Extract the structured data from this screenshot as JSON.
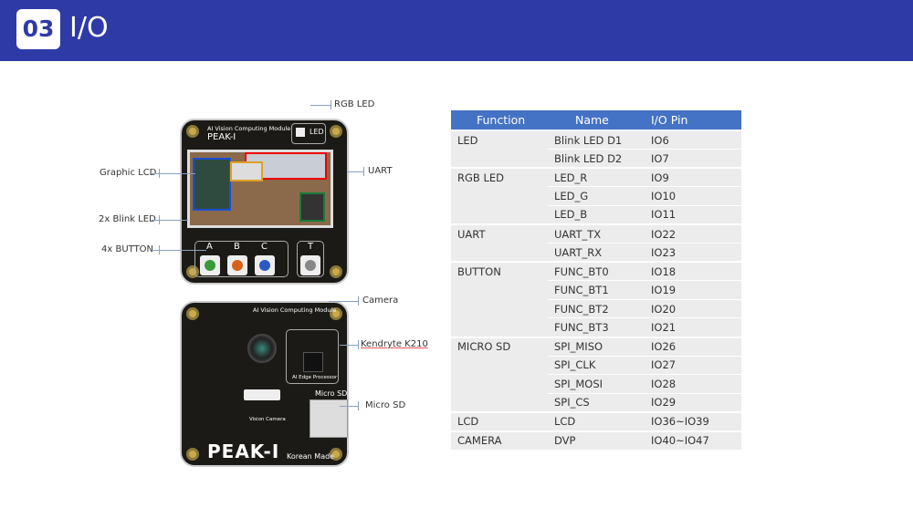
{
  "header": {
    "number": "03",
    "title": "I/O"
  },
  "table": {
    "headers": [
      "Function",
      "Name",
      "I/O Pin"
    ],
    "groups": [
      {
        "function": "LED",
        "rows": [
          [
            "Blink LED D1",
            "IO6"
          ],
          [
            "Blink LED D2",
            "IO7"
          ]
        ]
      },
      {
        "function": "RGB LED",
        "rows": [
          [
            "LED_R",
            "IO9"
          ],
          [
            "LED_G",
            "IO10"
          ],
          [
            "LED_B",
            "IO11"
          ]
        ]
      },
      {
        "function": "UART",
        "rows": [
          [
            "UART_TX",
            "IO22"
          ],
          [
            "UART_RX",
            "IO23"
          ]
        ]
      },
      {
        "function": "BUTTON",
        "rows": [
          [
            "FUNC_BT0",
            "IO18"
          ],
          [
            "FUNC_BT1",
            "IO19"
          ],
          [
            "FUNC_BT2",
            "IO20"
          ],
          [
            "FUNC_BT3",
            "IO21"
          ]
        ]
      },
      {
        "function": "MICRO SD",
        "rows": [
          [
            "SPI_MISO",
            "IO26"
          ],
          [
            "SPI_CLK",
            "IO27"
          ],
          [
            "SPI_MOSI",
            "IO28"
          ],
          [
            "SPI_CS",
            "IO29"
          ]
        ]
      },
      {
        "function": "LCD",
        "rows": [
          [
            "LCD",
            "IO36~IO39"
          ]
        ]
      },
      {
        "function": "CAMERA",
        "rows": [
          [
            "DVP",
            "IO40~IO47"
          ]
        ]
      }
    ]
  },
  "front": {
    "module_text": "AI Vision Computing Module",
    "board_name": "PEAK-I",
    "led_label": "LED",
    "buttons": [
      "A",
      "B",
      "C",
      "T"
    ],
    "callouts": {
      "rgb_led": "RGB LED",
      "graphic_lcd": "Graphic LCD",
      "uart": "UART",
      "blink_led": "2x Blink LED",
      "button": "4x BUTTON"
    }
  },
  "back": {
    "module_text": "AI Vision Computing Module",
    "processor_text": "AI Edge Processor",
    "camera_text": "Vision Camera",
    "sd_text": "Micro SD",
    "logo": "PEAK-I",
    "made": "Korean Made",
    "callouts": {
      "camera": "Camera",
      "k210": "Kendryte K210",
      "micro_sd": "Micro SD"
    }
  }
}
